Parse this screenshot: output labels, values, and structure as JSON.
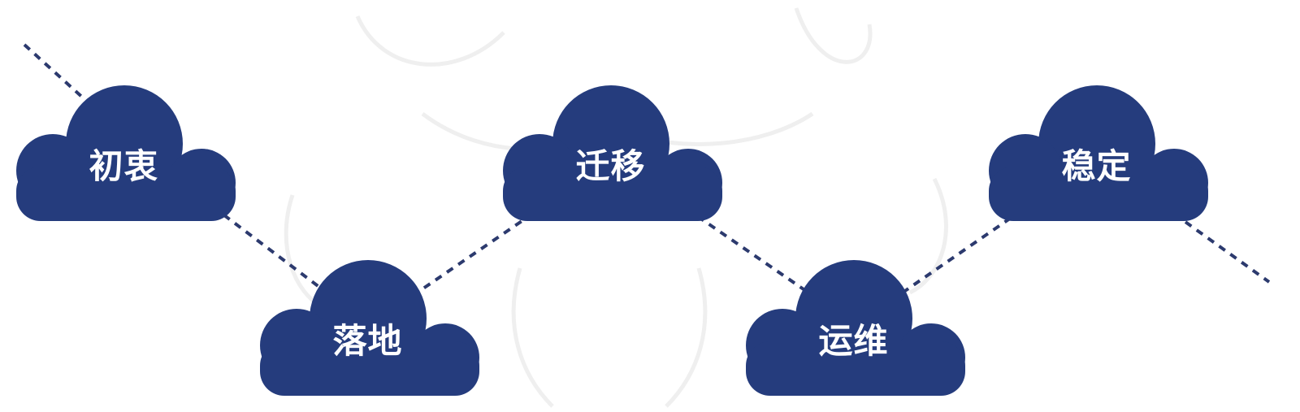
{
  "colors": {
    "cloud": "#253c7d",
    "line": "#2c3a6e",
    "text": "#ffffff",
    "watermark": "#eeeeee"
  },
  "stages": [
    {
      "label": "初衷"
    },
    {
      "label": "落地"
    },
    {
      "label": "迁移"
    },
    {
      "label": "运维"
    },
    {
      "label": "稳定"
    }
  ]
}
